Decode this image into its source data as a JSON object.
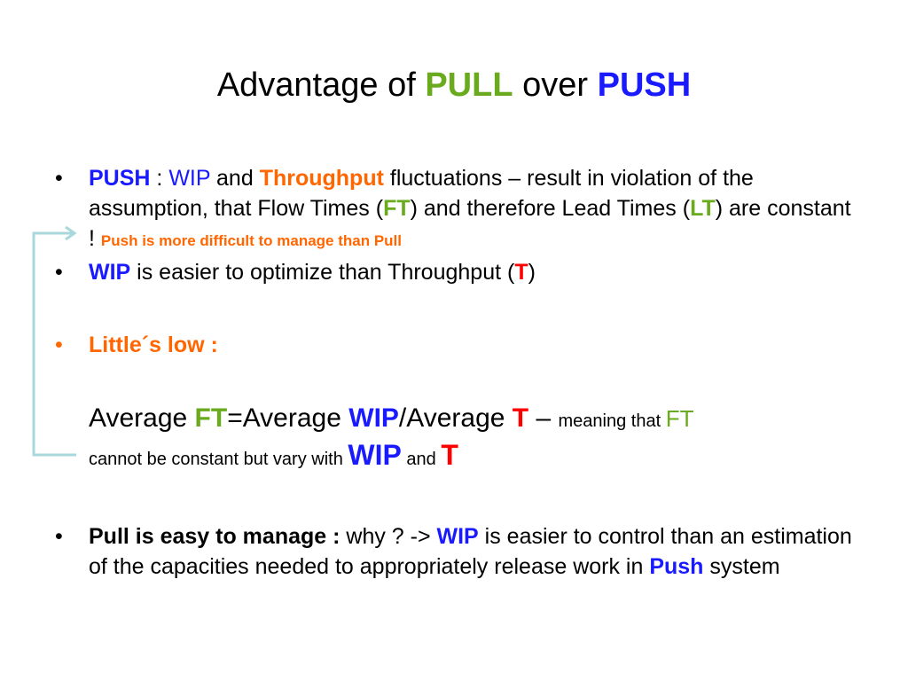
{
  "title": {
    "prefix": "Advantage of ",
    "pull": "PULL",
    "mid": " over ",
    "push": "PUSH"
  },
  "bullet_glyph": "•",
  "bullets": {
    "b1": {
      "push": "PUSH",
      "colon": " : ",
      "wip": "WIP",
      "and": " and ",
      "throughput": "Throughput",
      "text1": " fluctuations – result in violation of the assumption, that Flow Times (",
      "ft": "FT",
      "text2": ") and therefore Lead Times (",
      "lt": "LT",
      "text3": ") are constant ! ",
      "note": "Push is more difficult to manage than Pull"
    },
    "b2": {
      "wip": "WIP",
      "text1": " is easier to optimize than Throughput (",
      "t": "T",
      "text2": ")"
    },
    "b3": {
      "label": "Little´s low :"
    },
    "formula": {
      "avg1": "Average ",
      "ft": "FT",
      "avg2": "=Average ",
      "wip": "WIP",
      "avg3": "/Average ",
      "t": "T",
      "dash": " – ",
      "meaning": "meaning that ",
      "ft2": "FT",
      "line2": "cannot be constant but vary with ",
      "wip2": "WIP",
      "and": " and ",
      "t2": "T"
    },
    "b4": {
      "bold": "Pull is easy to manage :",
      "text1": " why ? -> ",
      "wip": "WIP",
      "text2": " is easier to control than an estimation of the capacities needed to appropriately release work in ",
      "push": "Push",
      "text3": " system"
    }
  },
  "colors": {
    "green": "#6aaa1e",
    "blue": "#1a1aff",
    "orange": "#ff6600",
    "red": "#ff0000",
    "connector": "#a8d8dc"
  }
}
